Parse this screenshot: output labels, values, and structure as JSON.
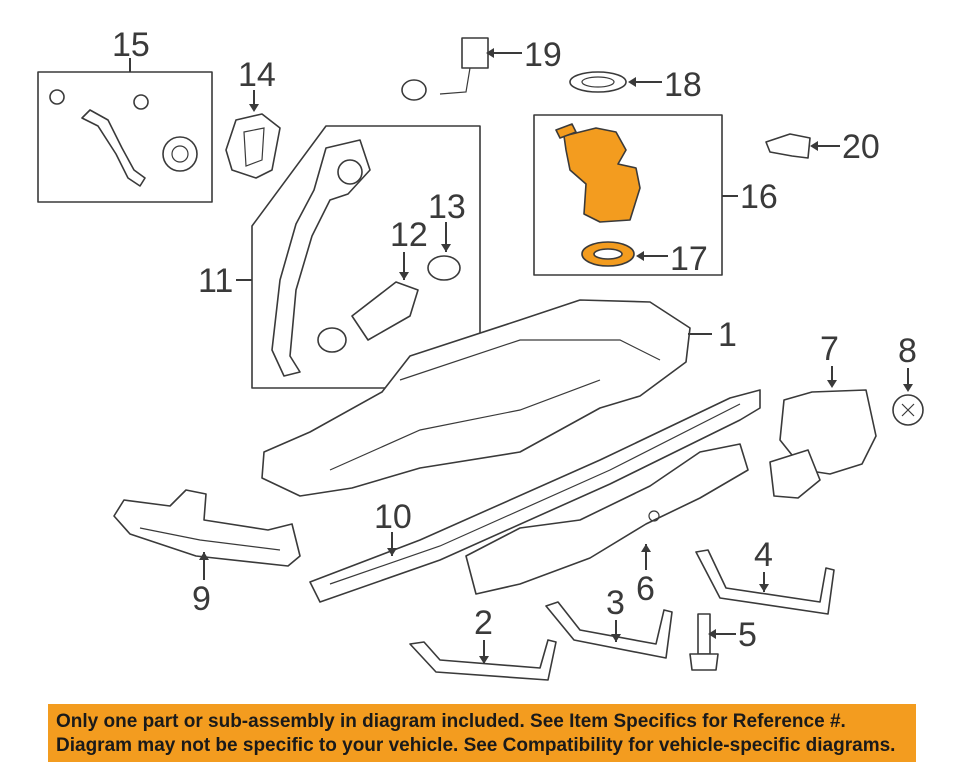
{
  "callouts": {
    "c1": "1",
    "c2": "2",
    "c3": "3",
    "c4": "4",
    "c5": "5",
    "c6": "6",
    "c7": "7",
    "c8": "8",
    "c9": "9",
    "c10": "10",
    "c11": "11",
    "c12": "12",
    "c13": "13",
    "c14": "14",
    "c15": "15",
    "c16": "16",
    "c17": "17",
    "c18": "18",
    "c19": "19",
    "c20": "20"
  },
  "banner": {
    "line1": "Only one part or sub-assembly in diagram included. See Item Specifics for Reference #.",
    "line2": "Diagram may not be specific to your vehicle. See Compatibility for vehicle-specific diagrams."
  },
  "colors": {
    "highlight": "#f39c1f",
    "linework": "#3a3a3a"
  }
}
